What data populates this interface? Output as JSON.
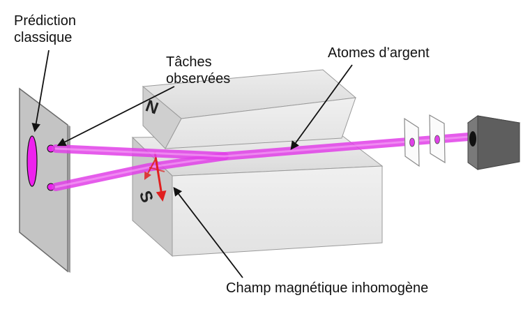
{
  "labels": {
    "classical_prediction_line1": "Prédiction",
    "classical_prediction_line2": "classique",
    "observed_spots_line1": "Tâches",
    "observed_spots_line2": "observées",
    "silver_atoms": "Atomes d’argent",
    "magnetic_field": "Champ magnétique inhomogène"
  },
  "magnet": {
    "north_pole": "N",
    "south_pole": "S"
  },
  "colors": {
    "beam": "#e040e8",
    "spot": "#ee22ee",
    "field_arrow": "#e02020",
    "magnet_face": "#e6e6e6",
    "screen": "#c4c4c4",
    "oven": "#7a7a7a"
  }
}
